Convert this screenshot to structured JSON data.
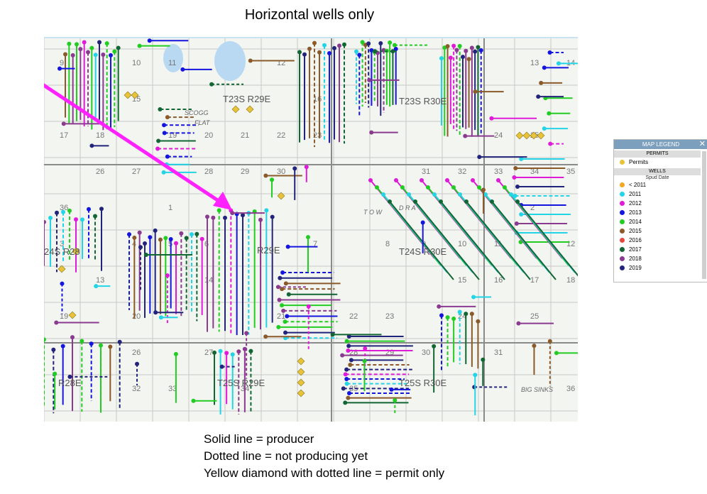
{
  "title": "Horizontal wells only",
  "notes": [
    "Solid line = producer",
    "Dotted line = not producing yet",
    "Yellow diamond with dotted line = permit only"
  ],
  "legend": {
    "header": "MAP LEGEND",
    "close_symbol": "✕",
    "permits_heading": "PERMITS",
    "permits_label": "Permits",
    "permits_color": "#e8c33a",
    "wells_heading": "WELLS",
    "wells_subheading": "Spud Date",
    "items": [
      {
        "label": "< 2011",
        "color": "#f5a623"
      },
      {
        "label": "2011",
        "color": "#22d4e6"
      },
      {
        "label": "2012",
        "color": "#e01bd8"
      },
      {
        "label": "2013",
        "color": "#1515e0"
      },
      {
        "label": "2014",
        "color": "#22cc22"
      },
      {
        "label": "2015",
        "color": "#8a5a2b"
      },
      {
        "label": "2016",
        "color": "#e8473d"
      },
      {
        "label": "2017",
        "color": "#116633"
      },
      {
        "label": "2018",
        "color": "#8a3a8f"
      },
      {
        "label": "2019",
        "color": "#22237a"
      }
    ]
  },
  "map": {
    "township_labels": [
      "T23S R29E",
      "T23S R30E",
      "24S R28",
      "R29E",
      "T24S R30E",
      "T25S R29E",
      "T25S R30E",
      "R28E"
    ],
    "place_labels": [
      "SCOGG",
      "FLAT",
      "BIG SINKS",
      "T O W",
      "D R A"
    ],
    "section_numbers": [
      "9",
      "10",
      "11",
      "12",
      "13",
      "14",
      "15",
      "16",
      "17",
      "18",
      "19",
      "20",
      "21",
      "22",
      "23",
      "24",
      "25",
      "26",
      "27",
      "28",
      "29",
      "30",
      "31",
      "32",
      "33",
      "34",
      "35",
      "36",
      "1",
      "2",
      "3",
      "4",
      "5",
      "6",
      "7",
      "8"
    ]
  }
}
